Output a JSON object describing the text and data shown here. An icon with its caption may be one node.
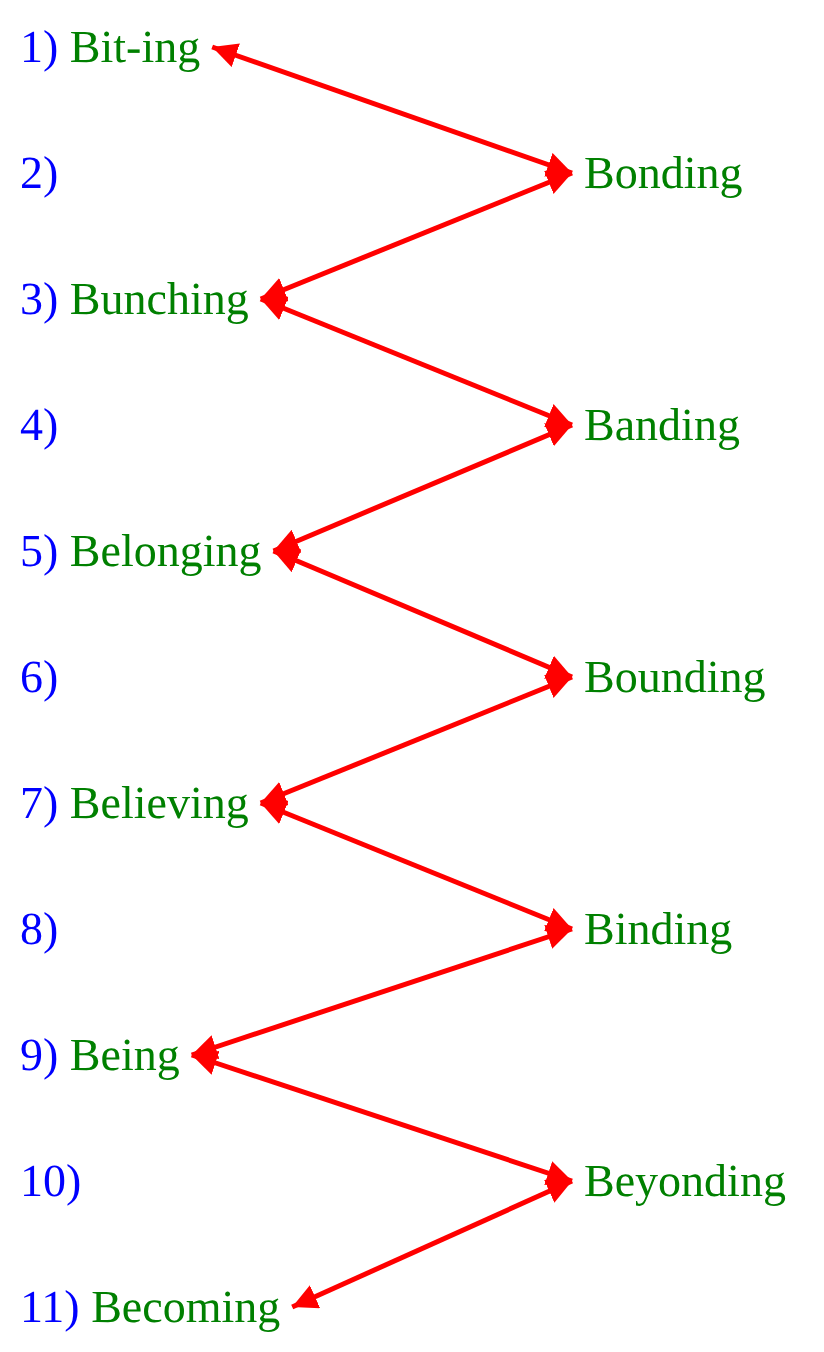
{
  "diagram": {
    "nodes": [
      {
        "text": [
          "Bit-ing"
        ],
        "beside": [
          "1)"
        ]
      },
      {
        "text": [
          "Bonding"
        ]
      },
      {
        "text": [
          "Bunching"
        ],
        "beside": [
          "3)"
        ]
      },
      {
        "text": [
          "Banding"
        ]
      },
      {
        "text": [
          "Belonging"
        ],
        "beside": [
          "5)"
        ]
      },
      {
        "text": [
          "Bounding"
        ]
      },
      {
        "text": [
          "Believing"
        ],
        "beside": [
          "7)"
        ]
      },
      {
        "text": [
          "Binding"
        ]
      },
      {
        "text": [
          "Being"
        ],
        "beside": [
          "9)"
        ]
      },
      {
        "text": [
          "Beyonding"
        ]
      },
      {
        "text": [
          "Becoming"
        ],
        "beside": [
          "11)"
        ]
      }
    ],
    "edges": [
      {
        "from": 0,
        "to": 1,
        "arrow": "both"
      },
      {
        "from": 1,
        "to": 2,
        "arrow": "both"
      },
      {
        "from": 2,
        "to": 3,
        "arrow": "both"
      },
      {
        "from": 3,
        "to": 4,
        "arrow": "both"
      },
      {
        "from": 4,
        "to": 5,
        "arrow": "both"
      },
      {
        "from": 5,
        "to": 6,
        "arrow": "both"
      },
      {
        "from": 6,
        "to": 7,
        "arrow": "both"
      },
      {
        "from": 7,
        "to": 8,
        "arrow": "both"
      },
      {
        "from": 8,
        "to": 9,
        "arrow": "both"
      },
      {
        "from": 9,
        "to": 10,
        "arrow": "both"
      }
    ],
    "labels": [
      "2)",
      "4)",
      "6)",
      "8)",
      "10)"
    ]
  }
}
